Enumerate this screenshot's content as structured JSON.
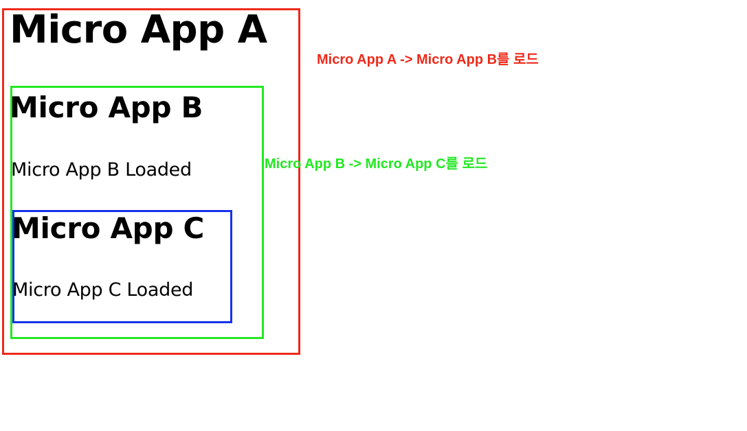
{
  "apps": {
    "a": {
      "title": "Micro App A",
      "border_color": "#ee2a1a"
    },
    "b": {
      "title": "Micro App B",
      "status": "Micro App B Loaded",
      "border_color": "#22e822"
    },
    "c": {
      "title": "Micro App C",
      "status": "Micro App C Loaded",
      "border_color": "#1432ee"
    }
  },
  "annotations": {
    "a_to_b": {
      "text": "Micro App A -> Micro App B를 로드",
      "color": "#ee2a1a"
    },
    "b_to_c": {
      "text": "Micro App B -> Micro App C를 로드",
      "color": "#22e822"
    }
  }
}
